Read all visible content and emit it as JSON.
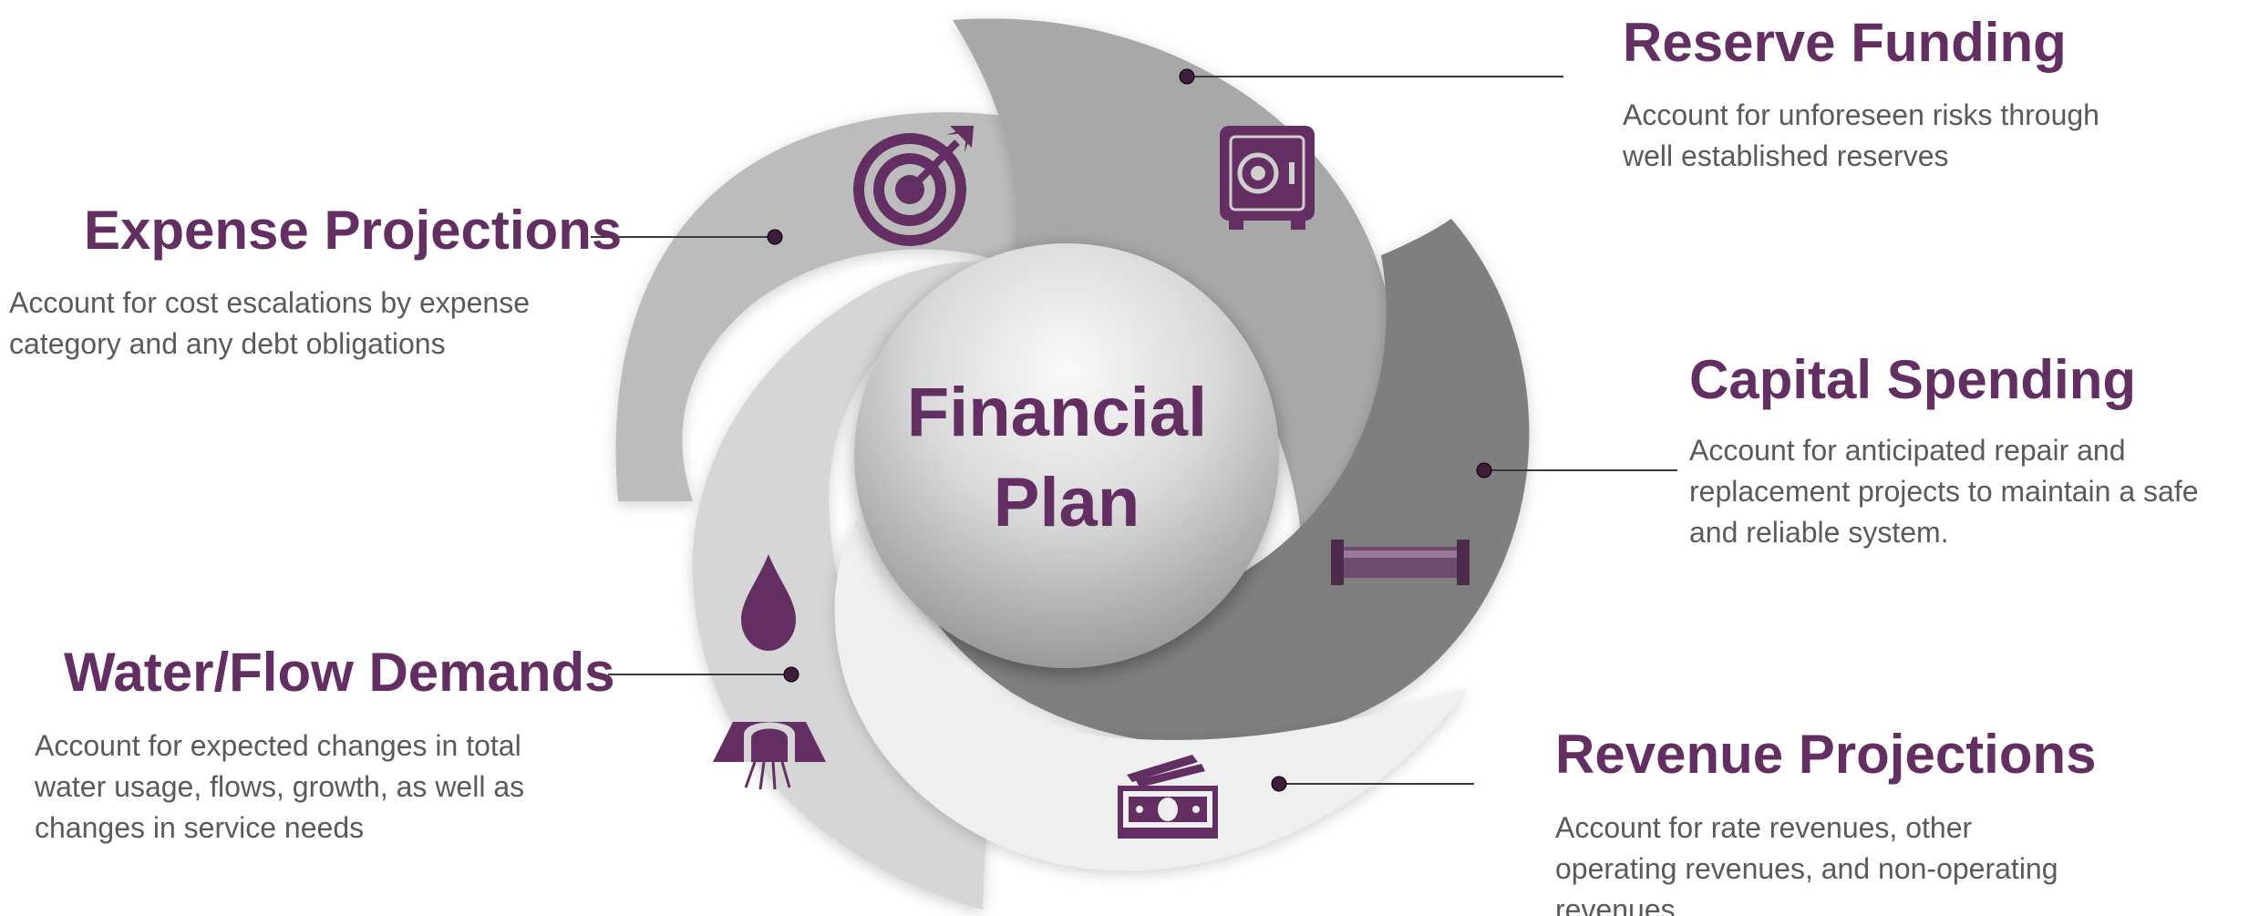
{
  "center": {
    "line1": "Financial",
    "line2": "Plan"
  },
  "colors": {
    "accent": "#632f62",
    "text": "#5a5a5a"
  },
  "sections": {
    "reserve_funding": {
      "title": "Reserve Funding",
      "desc_lines": [
        "Account for unforeseen risks through",
        "well established reserves"
      ],
      "icon": "safe-icon"
    },
    "expense_projections": {
      "title": "Expense Projections",
      "desc_lines": [
        "Account for cost escalations by expense",
        "category and any debt obligations"
      ],
      "icon": "target-icon"
    },
    "capital_spending": {
      "title": "Capital Spending",
      "desc_lines": [
        "Account for anticipated repair and",
        "replacement projects to maintain a safe",
        "and reliable system."
      ],
      "icon": "pipe-icon"
    },
    "water_flow_demands": {
      "title": "Water/Flow Demands",
      "desc_lines": [
        "Account for expected changes in total",
        "water usage, flows, growth, as well as",
        "changes in service needs"
      ],
      "icon": "water-drop-icon"
    },
    "revenue_projections": {
      "title": "Revenue Projections",
      "desc_lines": [
        "Account for rate revenues, other",
        "operating revenues, and non-operating",
        "revenues"
      ],
      "icon": "money-icon"
    }
  }
}
